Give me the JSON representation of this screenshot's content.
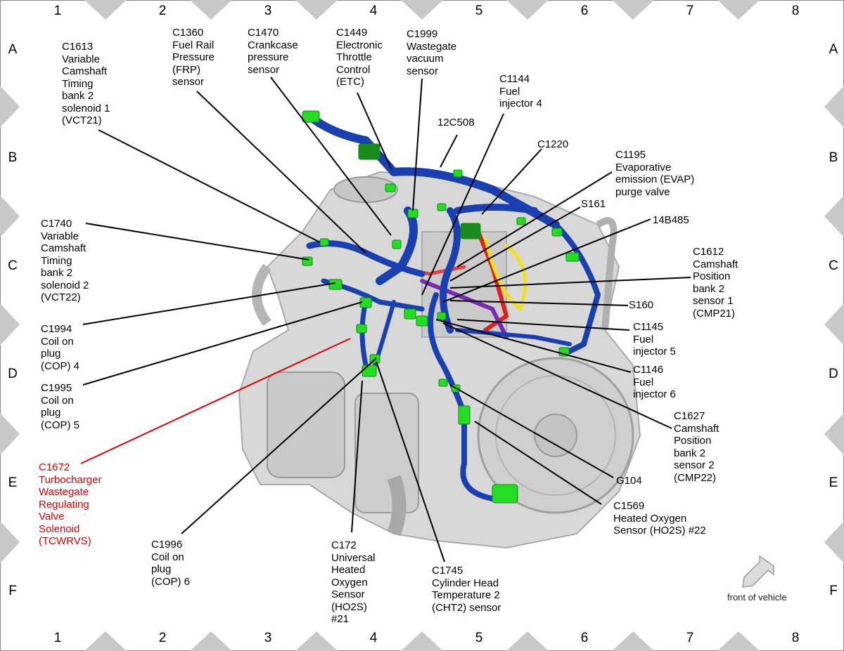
{
  "grid": {
    "columns": [
      "1",
      "2",
      "3",
      "4",
      "5",
      "6",
      "7",
      "8"
    ],
    "rows": [
      "A",
      "B",
      "C",
      "D",
      "E",
      "F"
    ]
  },
  "labels": [
    {
      "id": "c1613",
      "text": "C1613\nVariable\nCamshaft\nTiming\nbank 2\nsolenoid 1\n(VCT21)"
    },
    {
      "id": "c1360",
      "text": "C1360\nFuel Rail\nPressure\n(FRP)\nsensor"
    },
    {
      "id": "c1470",
      "text": "C1470\nCrankcase\npressure\nsensor"
    },
    {
      "id": "c1449",
      "text": "C1449\nElectronic\nThrottle\nControl\n(ETC)"
    },
    {
      "id": "c1999",
      "text": "C1999\nWastegate\nvacuum\nsensor"
    },
    {
      "id": "c1144",
      "text": "C1144\nFuel\ninjector 4"
    },
    {
      "id": "12c508",
      "text": "12C508"
    },
    {
      "id": "c1220",
      "text": "C1220"
    },
    {
      "id": "c1195",
      "text": "C1195\nEvaporative\nemission (EVAP)\npurge valve"
    },
    {
      "id": "s161",
      "text": "S161"
    },
    {
      "id": "14b485",
      "text": "14B485"
    },
    {
      "id": "c1740",
      "text": "C1740\nVariable\nCamshaft\nTiming\nbank 2\nsolenoid 2\n(VCT22)"
    },
    {
      "id": "c1612",
      "text": "C1612\nCamshaft\nPosition\nbank 2\nsensor 1\n(CMP21)"
    },
    {
      "id": "s160",
      "text": "S160"
    },
    {
      "id": "c1994",
      "text": "C1994\nCoil on\nplug\n(COP) 4"
    },
    {
      "id": "c1145",
      "text": "C1145\nFuel\ninjector 5"
    },
    {
      "id": "c1995",
      "text": "C1995\nCoil on\nplug\n(COP) 5"
    },
    {
      "id": "c1146",
      "text": "C1146\nFuel\ninjector 6"
    },
    {
      "id": "c1627",
      "text": "C1627\nCamshaft\nPosition\nbank 2\nsensor 2\n(CMP22)"
    },
    {
      "id": "c1672",
      "text": "C1672\nTurbocharger\nWastegate\nRegulating\nValve\nSolenoid\n(TCWRVS)"
    },
    {
      "id": "g104",
      "text": "G104"
    },
    {
      "id": "c1569",
      "text": "C1569\nHeated Oxygen\nSensor (HO2S) #22"
    },
    {
      "id": "c1996",
      "text": "C1996\nCoil on\nplug\n(COP) 6"
    },
    {
      "id": "c172",
      "text": "C172\nUniversal\nHeated\nOxygen\nSensor\n(HO2S)\n#21"
    },
    {
      "id": "c1745",
      "text": "C1745\nCylinder Head\nTemperature 2\n(CHT2) sensor"
    }
  ],
  "front_of_vehicle": "front of vehicle",
  "colors": {
    "harness": "#1a3fb0",
    "connector": "#22dd22",
    "leader": "#000000",
    "highlight": "#e00000",
    "wire_yellow": "#f0e020",
    "wire_purple": "#7a2ab0",
    "engine": "#d8d8d8"
  }
}
